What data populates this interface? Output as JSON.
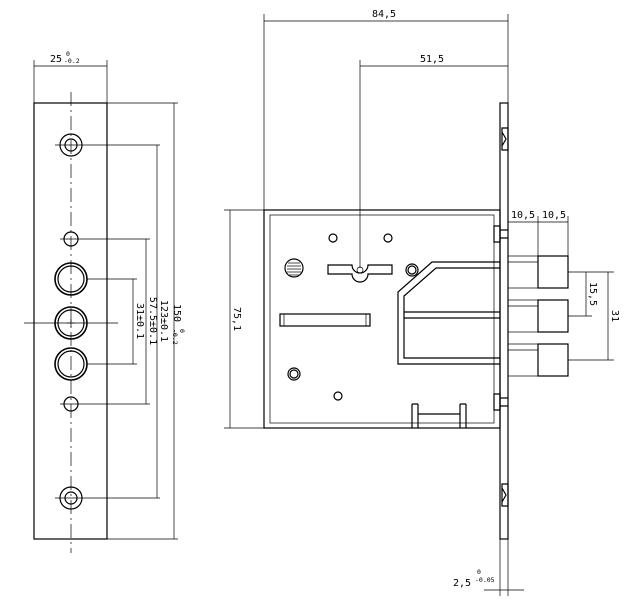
{
  "dimensions": {
    "faceplate_width": {
      "value": "25",
      "upper": "0",
      "lower": "-0.2"
    },
    "total_height": {
      "value": "150",
      "upper": "0",
      "lower": "-0.2"
    },
    "screw_spacing": "123±0.1",
    "bolt_span": "57.5±0.1",
    "cylinder_spacing": "31±0.1",
    "overall_depth": "84,5",
    "backset": "51,5",
    "case_height": "75,1",
    "bolt_width_1": "10,5",
    "bolt_width_2": "10,5",
    "bolt_pitch": "15,5",
    "bolt_stack": "31",
    "plate_thickness": {
      "value": "2,5",
      "upper": "0",
      "lower": "-0.05"
    }
  }
}
